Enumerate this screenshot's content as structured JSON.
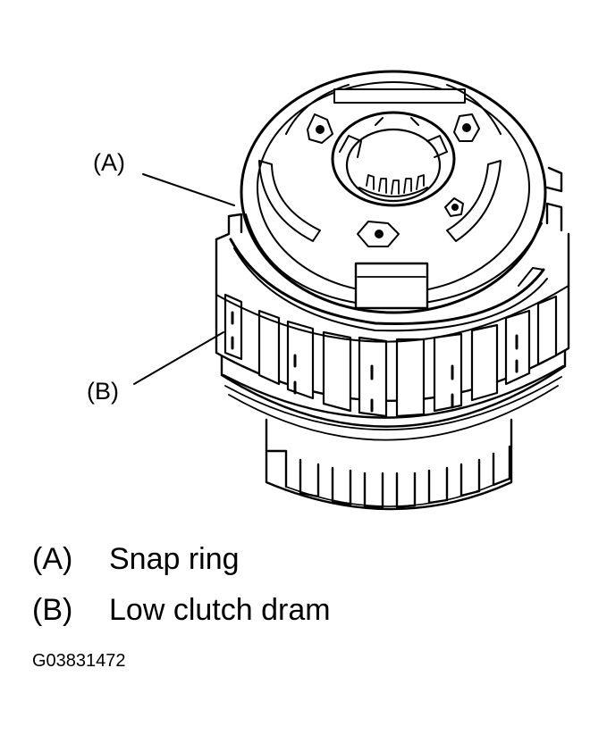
{
  "callouts": {
    "a": "(A)",
    "b": "(B)"
  },
  "legend": [
    {
      "tag": "(A)",
      "label": "Snap ring"
    },
    {
      "tag": "(B)",
      "label": "Low clutch dram"
    }
  ],
  "figure_id": "G03831472",
  "colors": {
    "ink": "#000000",
    "paper": "#ffffff"
  }
}
